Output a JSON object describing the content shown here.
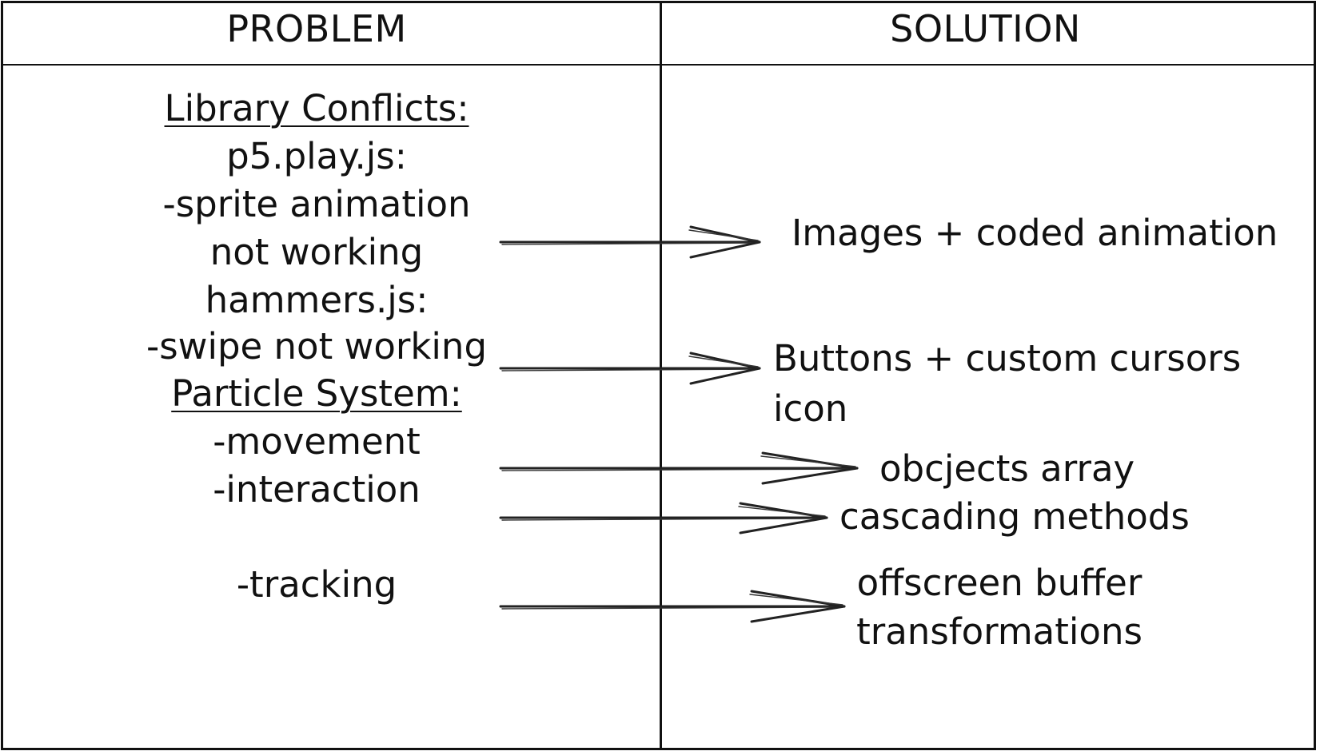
{
  "headers": {
    "left": "PROBLEM",
    "right": "SOLUTION"
  },
  "problems": {
    "library_conflicts_heading": "Library Conflicts:",
    "p5_play": "p5.play.js:",
    "sprite_line1": "-sprite animation",
    "sprite_line2": "not working",
    "hammers": "hammers.js:",
    "swipe": "-swipe not working",
    "particle_heading": "Particle System:",
    "movement": "-movement",
    "interaction": "-interaction",
    "tracking": "-tracking"
  },
  "solutions": {
    "images_animation": "Images + coded animation",
    "buttons_line1": "Buttons + custom cursors",
    "buttons_line2": "icon",
    "objects_array": "obcjects array",
    "cascading": "cascading methods",
    "offscreen_line1": "offscreen buffer",
    "offscreen_line2": "transformations"
  },
  "colors": {
    "ink": "#111111",
    "background": "#ffffff"
  },
  "arrow_style": "hand-drawn-arrow-icon"
}
